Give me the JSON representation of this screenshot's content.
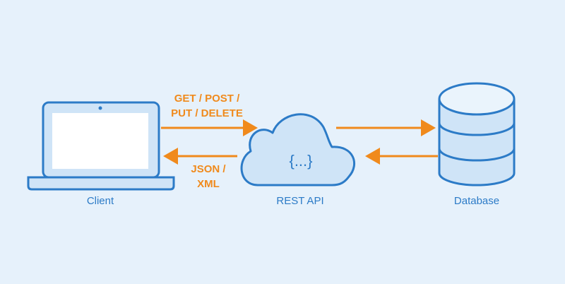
{
  "nodes": {
    "client": {
      "label": "Client",
      "icon": "laptop-icon"
    },
    "api": {
      "label": "REST API",
      "icon": "cloud-icon",
      "glyph": "{...}"
    },
    "database": {
      "label": "Database",
      "icon": "database-icon"
    }
  },
  "edges": {
    "request": {
      "line1": "GET / POST /",
      "line2": "PUT / DELETE"
    },
    "response": {
      "line1": "JSON /",
      "line2": "XML"
    }
  },
  "colors": {
    "background": "#e6f1fb",
    "stroke": "#2c7bc7",
    "fill": "#cfe4f7",
    "arrow": "#f08a1c"
  }
}
